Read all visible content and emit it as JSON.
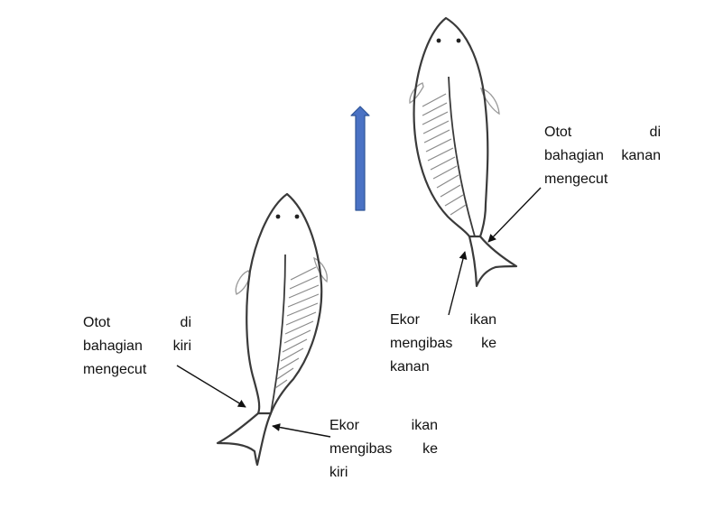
{
  "colors": {
    "outline": "#3a3a3a",
    "stripes": "#888888",
    "direction_arrow": "#4a72c4",
    "direction_arrow_edge": "#2f5597",
    "text": "#111111"
  },
  "labels": {
    "left_muscle": {
      "lines": [
        [
          "Otot",
          "di"
        ],
        [
          "bahagian",
          "kiri"
        ],
        [
          "mengecut"
        ]
      ]
    },
    "left_tail": {
      "lines": [
        [
          "Ekor",
          "ikan"
        ],
        [
          "mengibas",
          "ke"
        ],
        [
          "kiri"
        ]
      ]
    },
    "right_tail": {
      "lines": [
        [
          "Ekor",
          "ikan"
        ],
        [
          "mengibas",
          "ke"
        ],
        [
          "kanan"
        ]
      ]
    },
    "right_muscle": {
      "lines": [
        [
          "Otot",
          "di"
        ],
        [
          "bahagian",
          "kanan"
        ],
        [
          "mengecut"
        ]
      ]
    }
  }
}
